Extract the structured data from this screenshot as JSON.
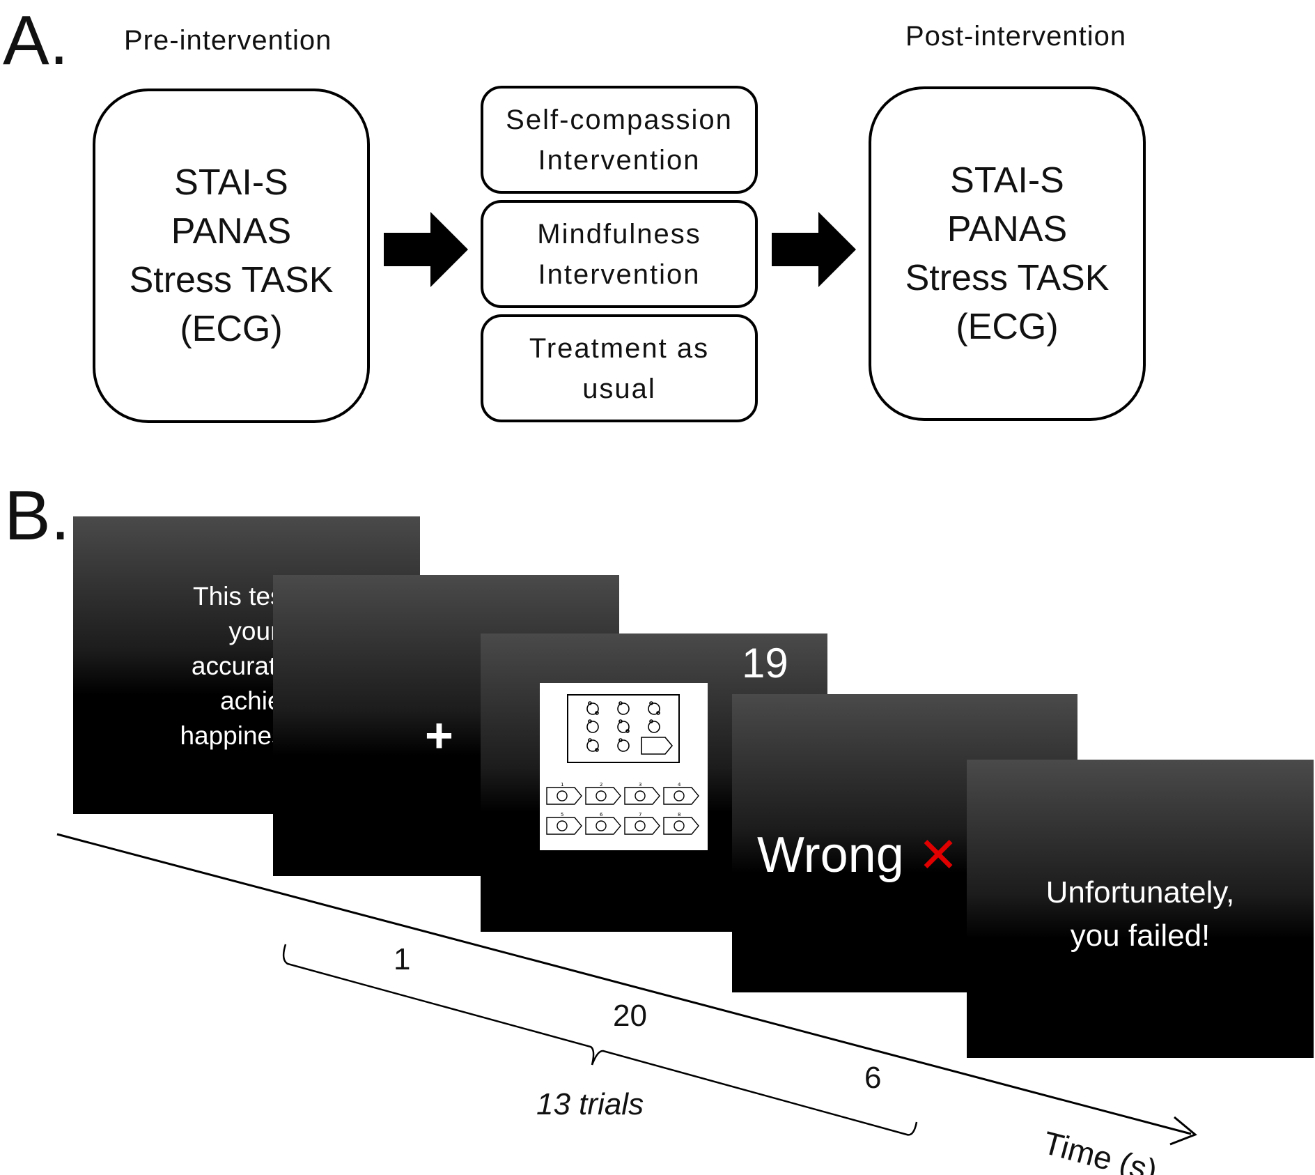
{
  "panel_a": {
    "letter": "A.",
    "pre_label": "Pre-intervention",
    "post_label": "Post-intervention",
    "pre_measures": [
      "STAI-S",
      "PANAS",
      "Stress TASK",
      "(ECG)"
    ],
    "post_measures": [
      "STAI-S",
      "PANAS",
      "Stress TASK",
      "(ECG)"
    ],
    "conditions": [
      [
        "Self-compassion",
        "Intervention"
      ],
      [
        "Mindfulness",
        "Intervention"
      ],
      [
        "Treatment as",
        "usual"
      ]
    ]
  },
  "panel_b": {
    "letter": "B.",
    "intro_text": [
      "This test coul",
      "your intelli",
      "accurately an",
      "achieveme",
      "happiness in tl"
    ],
    "fixation": "+",
    "countdown": "19",
    "feedback_word": "Wrong",
    "feedback_mark": "✕",
    "feedback_mark_color": "#e00000",
    "final_message": [
      "Unfortunately,",
      "you failed!"
    ],
    "durations": [
      "1",
      "20",
      "6"
    ],
    "trials_label": "13 trials",
    "axis_label": "Time (s)",
    "stimulus_options": [
      "1",
      "2",
      "3",
      "4",
      "5",
      "6",
      "7",
      "8"
    ]
  }
}
